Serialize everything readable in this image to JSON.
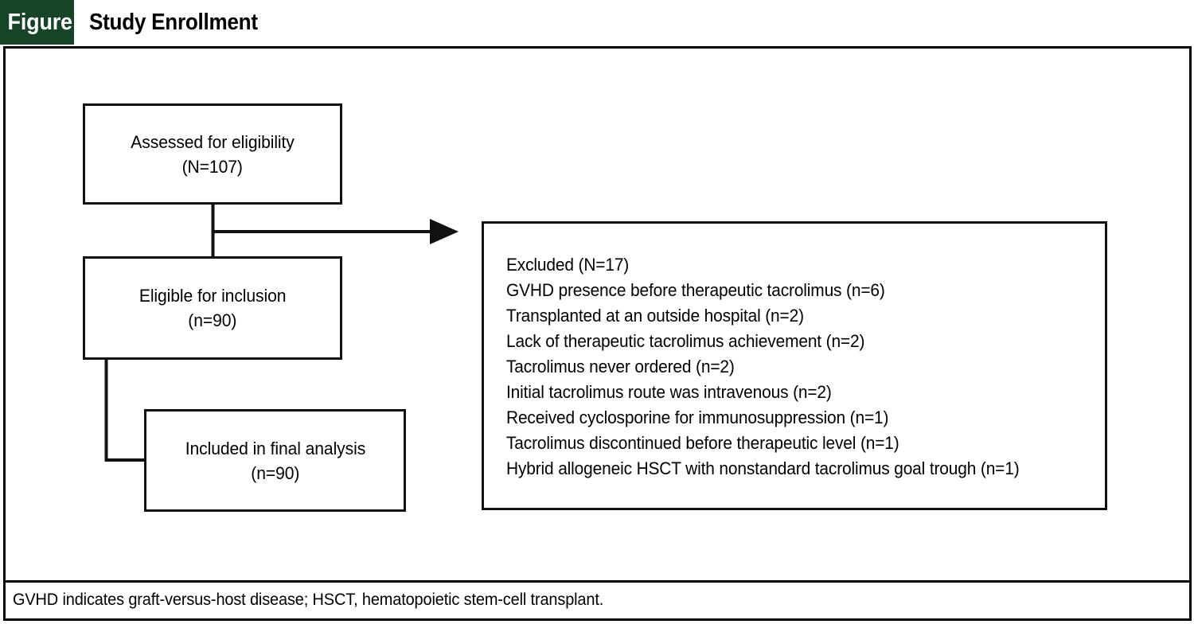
{
  "header": {
    "tag_label": "Figure",
    "title": "Study Enrollment",
    "tag_bg_color": "#154427",
    "tag_text_color": "#FFFFFF"
  },
  "diagram": {
    "type": "flowchart",
    "stroke_color": "#111111",
    "background_color": "#FFFFFF",
    "boxes": [
      {
        "id": "assessed",
        "line1": "Assessed for eligibility",
        "line2": "(N=107)"
      },
      {
        "id": "eligible",
        "line1": "Eligible for inclusion",
        "line2": "(n=90)"
      },
      {
        "id": "included",
        "line1": "Included in final analysis",
        "line2": "(n=90)"
      }
    ],
    "excluded_box": {
      "heading": "Excluded (N=17)",
      "reasons": [
        "GVHD presence before therapeutic tacrolimus (n=6)",
        "Transplanted at an outside hospital (n=2)",
        "Lack of therapeutic tacrolimus achievement (n=2)",
        "Tacrolimus never ordered (n=2)",
        "Initial tacrolimus route was intravenous (n=2)",
        "Received cyclosporine for immunosuppression (n=1)",
        "Tacrolimus discontinued before therapeutic level (n=1)",
        "Hybrid allogeneic HSCT with nonstandard tacrolimus goal trough (n=1)"
      ]
    }
  },
  "footnote": {
    "text": "GVHD indicates graft-versus-host disease; HSCT, hematopoietic stem-cell transplant."
  }
}
